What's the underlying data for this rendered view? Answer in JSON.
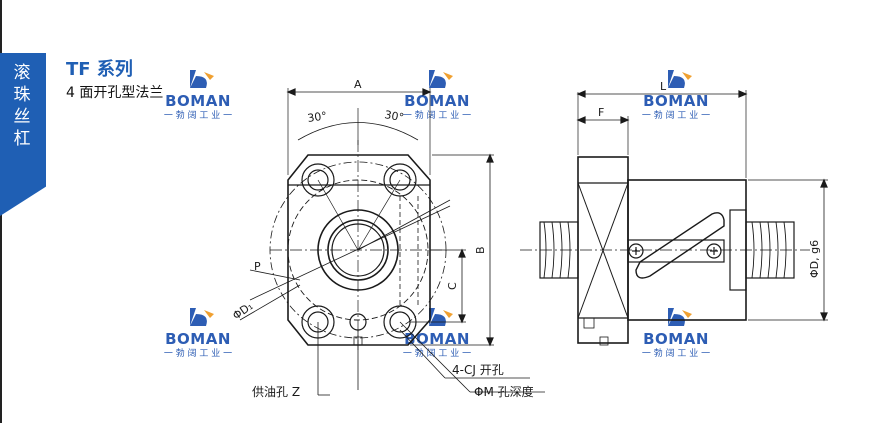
{
  "side_tab": {
    "chars": [
      "滚",
      "珠",
      "丝",
      "杠"
    ]
  },
  "header": {
    "title": "TF 系列",
    "subtitle": "4 面开孔型法兰"
  },
  "logo": {
    "word": "BOMAN",
    "tagline": "一 勃 阔 工 业 一"
  },
  "drawing": {
    "dim_A": "A",
    "angle_left": "30°",
    "angle_right": "30°",
    "dim_B": "B",
    "dim_C": "C",
    "dim_P": "P",
    "dim_D1": "ΦD₁",
    "dim_F": "F",
    "dim_L": "L",
    "dim_D": "ΦD, g6",
    "callout_holes": "4-CJ 开孔",
    "callout_counterbore": "ΦM 孔深度",
    "callout_oil": "供油孔 Z"
  },
  "colors": {
    "brand": "#1f5fb4",
    "line": "#1a1a1a"
  }
}
